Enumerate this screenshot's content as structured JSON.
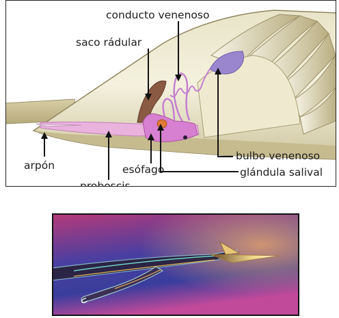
{
  "labels": {
    "conducto_venenoso": "conducto venenoso",
    "saco_radular": "saco rádular",
    "bulbo_venenoso": "bulbo venenoso",
    "arpon": "arpón",
    "esofago": "esófago",
    "glandula_salival": "glándula salival",
    "proboscis": "proboscis"
  },
  "colors": {
    "shell_light": "#f1eedb",
    "shell_mid": "#d9d2b0",
    "shell_dark": "#a89c70",
    "proboscis_pink": "#e9b3de",
    "organ_pink": "#d77fd0",
    "bulb_purple": "#9a86cf",
    "radular_brown": "#8a5a42",
    "gland_orange": "#e07a38",
    "harpoon_bg_top": "#b43a7a",
    "harpoon_bg_mid": "#4a3fa0",
    "harpoon_bg_bottom": "#c14a9a"
  }
}
